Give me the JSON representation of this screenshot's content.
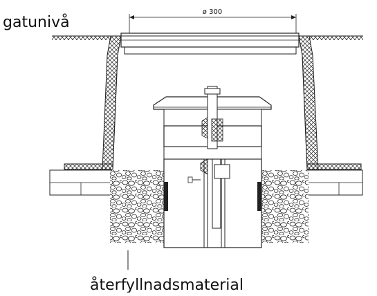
{
  "labels": {
    "street_level": "gatunivå",
    "diameter": "ø 300",
    "backfill": "återfyllnadsmaterial"
  }
}
